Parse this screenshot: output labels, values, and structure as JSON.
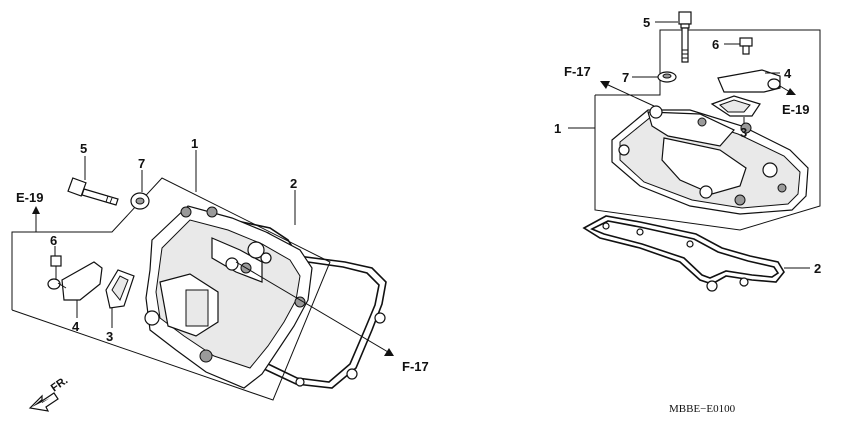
{
  "left_view": {
    "callouts": {
      "c1": "1",
      "c2": "2",
      "c3": "3",
      "c4": "4",
      "c5": "5",
      "c6": "6",
      "c7": "7"
    },
    "refs": {
      "e19": "E-19",
      "f17": "F-17"
    },
    "fr": "FR."
  },
  "right_view": {
    "callouts": {
      "c1": "1",
      "c2": "2",
      "c3": "3",
      "c4": "4",
      "c5": "5",
      "c6": "6",
      "c7": "7"
    },
    "refs": {
      "e19": "E-19",
      "f17": "F-17"
    }
  },
  "drawing_code": "MBBE−E0100"
}
